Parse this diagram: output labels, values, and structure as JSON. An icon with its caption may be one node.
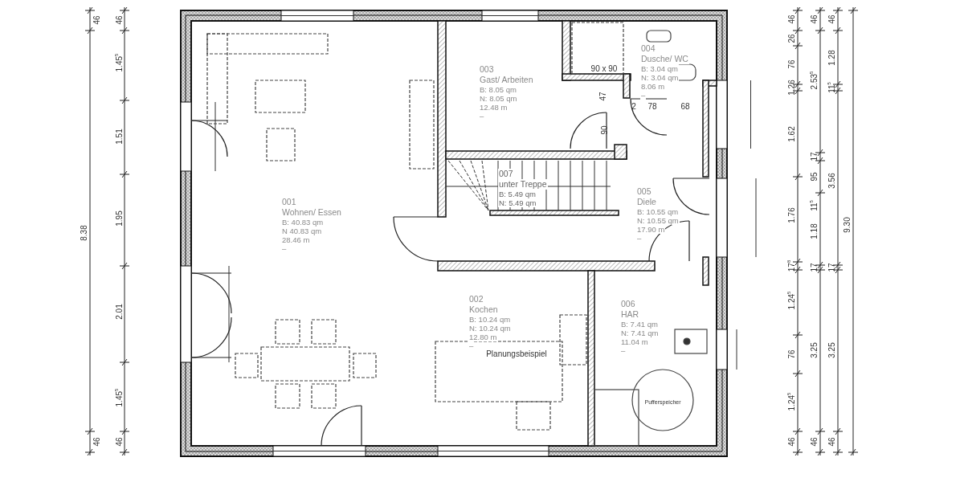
{
  "diagram": {
    "nodes": [
      {
        "text": [
          "001",
          "Wohnen/ Essen",
          "B: 40.83 qm",
          "N 40.83 qm",
          "28.46 m",
          "–"
        ]
      },
      {
        "text": [
          "003",
          "Gast/ Arbeiten",
          "B: 8.05 qm",
          "N: 8.05 qm",
          "12.48 m",
          "–"
        ]
      },
      {
        "text": [
          "004",
          "Dusche/ WC",
          "B: 3.04 qm",
          "N: 3.04 qm",
          "8.06 m",
          "–"
        ]
      },
      {
        "text": [
          "007",
          "unter Treppe",
          "B: 5.49 qm",
          "N: 5.49 qm"
        ]
      },
      {
        "text": [
          "005",
          "Diele",
          "B: 10.55 qm",
          "N: 10.55 qm",
          "17.90 m",
          "–"
        ]
      },
      {
        "text": [
          "002",
          "Kochen",
          "B: 10.24 qm",
          "N: 10.24 qm",
          "12.80 m",
          "–"
        ]
      },
      {
        "text": [
          "006",
          "HAR",
          "B: 7.41 qm",
          "N: 7.41 qm",
          "11.04 m",
          "–"
        ]
      }
    ],
    "labels": [
      "46",
      "46",
      "8.38",
      "1.45$^{5}$",
      "1.51",
      "1.95",
      "2.01",
      "1.45$^{5}$",
      "46",
      "46",
      "46",
      "26",
      "76",
      "1.26",
      "1.62",
      "1.76",
      "17$^{8}$",
      "1.24$^{5}$",
      "76",
      "1.24$^{5}$",
      "46",
      "46",
      "2.53$^{5}$",
      "17",
      "95",
      "11$^{5}$",
      "1.18",
      "17",
      "3.25",
      "46",
      "46",
      "1.28",
      "11$^{5}$",
      "3.56",
      "17",
      "3.25",
      "46",
      "9.30",
      "90 x 90",
      "47",
      "90",
      "2",
      "78",
      "68",
      "Planungsbeispiel",
      "Pufferspeicher"
    ]
  }
}
